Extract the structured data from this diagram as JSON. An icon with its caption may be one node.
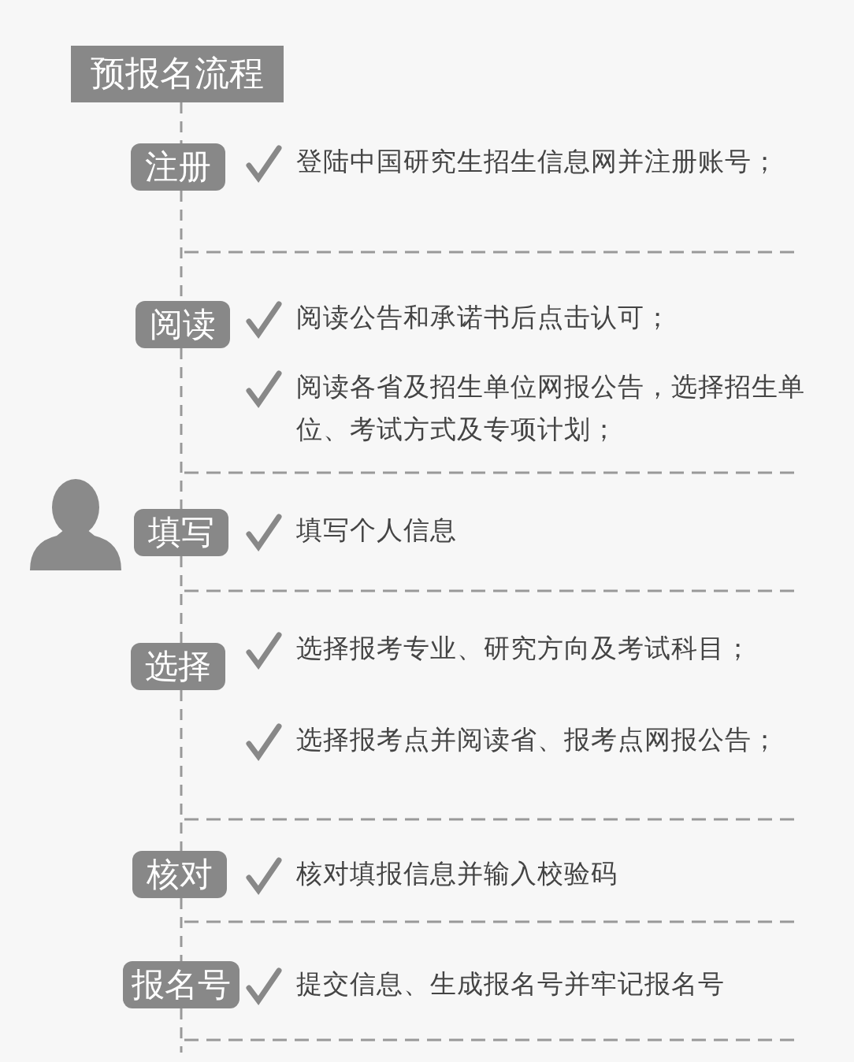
{
  "diagram": {
    "nodes": [
      {
        "text": [
          "预报名流程"
        ]
      },
      {
        "text": [
          "注册"
        ],
        "beside": [
          "登陆中国研究生招生信息网并注册账号；"
        ]
      },
      {
        "text": [
          "阅读"
        ],
        "beside": [
          "阅读公告和承诺书后点击认可；",
          "阅读各省及招生单位网报公告，选择招生单位、考试方式及专项计划；"
        ]
      },
      {
        "text": [
          "填写"
        ],
        "beside": [
          "填写个人信息"
        ]
      },
      {
        "text": [
          "选择"
        ],
        "beside": [
          "选择报考专业、研究方向及考试科目；",
          "选择报考点并阅读省、报考点网报公告；"
        ]
      },
      {
        "text": [
          "核对"
        ],
        "beside": [
          "核对填报信息并输入校验码"
        ]
      },
      {
        "text": [
          "报名号"
        ],
        "beside": [
          "提交信息、生成报名号并牢记报名号"
        ]
      }
    ],
    "edges": [
      {
        "from": 0,
        "to": 1,
        "arrow": "none",
        "style": "dashed"
      },
      {
        "from": 1,
        "to": 2,
        "arrow": "none",
        "style": "dashed"
      },
      {
        "from": 2,
        "to": 3,
        "arrow": "none",
        "style": "dashed"
      },
      {
        "from": 3,
        "to": 4,
        "arrow": "none",
        "style": "dashed"
      },
      {
        "from": 4,
        "to": 5,
        "arrow": "none",
        "style": "dashed"
      },
      {
        "from": 5,
        "to": 6,
        "arrow": "none",
        "style": "dashed"
      },
      {
        "from": 6,
        "to": null,
        "arrow": "none",
        "style": "dashed"
      }
    ]
  }
}
